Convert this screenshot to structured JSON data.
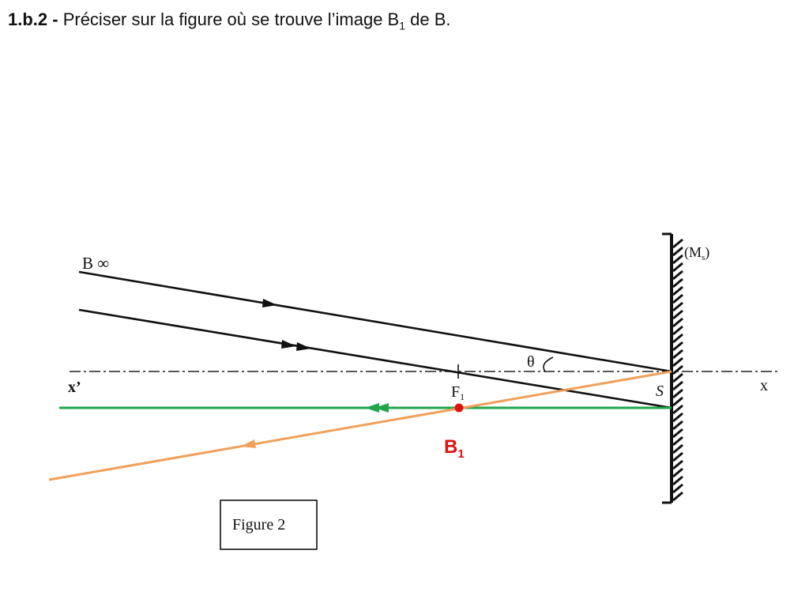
{
  "question": {
    "number": "1.b.2 -",
    "text_before": " Préciser sur la figure où se trouve l’image B",
    "subscript": "1",
    "text_after": " de B."
  },
  "figure": {
    "label_b_infinity": "B ∞",
    "label_mirror": "(M",
    "label_mirror_sub": "s",
    "label_mirror_close": ")",
    "label_theta": "θ",
    "label_x_prime": "x’",
    "label_x": "x",
    "label_f": "F",
    "label_f_sub": "1",
    "label_s": "S",
    "label_b1": "B",
    "label_b1_sub": "1",
    "caption": "Figure 2",
    "colors": {
      "ray": "#111111",
      "green_ray": "#1fa64a",
      "orange_ray": "#f0a05a",
      "image_point": "#e01010"
    }
  }
}
